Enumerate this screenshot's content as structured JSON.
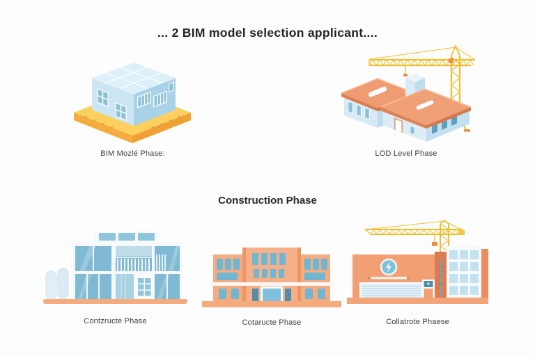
{
  "page": {
    "title": "... 2 BIM model selection applicant....",
    "construction_heading": "Construction Phase"
  },
  "figures": {
    "bim_model": {
      "caption": "BIM Mozlé Phase:",
      "icon": "isometric-building-on-platform-icon"
    },
    "lod_level": {
      "caption": "LOD Level Phase",
      "icon": "buildings-with-tower-crane-icon"
    },
    "constructe": {
      "caption": "Contzructe Phase",
      "icon": "glass-facade-building-icon"
    },
    "cotaructe": {
      "caption": "Cotaructe Phase",
      "icon": "salmon-office-building-icon"
    },
    "collatrote": {
      "caption": "Collatrote Phaese",
      "icon": "garage-building-with-crane-icon"
    }
  },
  "palette": {
    "crane_yellow": "#F4BE2B",
    "platform_yellow": "#FBD05E",
    "salmon_orange": "#F2A47C",
    "wall_light_blue": "#CBE5F5",
    "window_blue": "#7FB9D3",
    "text_dark": "#26262C"
  }
}
